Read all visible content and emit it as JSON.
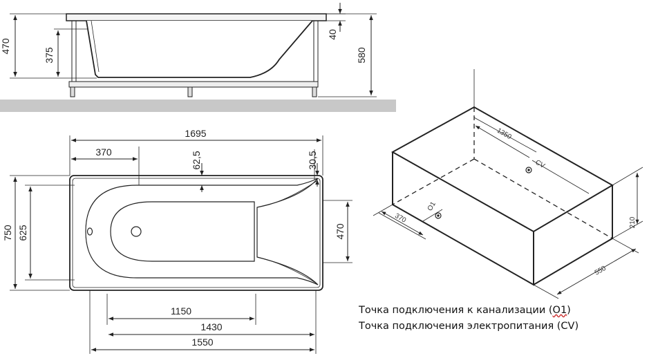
{
  "side_view": {
    "dim_total_height": "470",
    "dim_inner_depth": "375",
    "dim_rim": "40",
    "dim_overall_height": "580"
  },
  "top_view": {
    "dim_length": "1695",
    "dim_drain_offset": "370",
    "dim_inset_62": "62,5",
    "dim_inset_30": "30,5",
    "dim_width": "750",
    "dim_inner_width": "625",
    "dim_inner_right": "470",
    "dim_1150": "1150",
    "dim_1430": "1430",
    "dim_1550": "1550"
  },
  "iso_view": {
    "dim_1350": "1350",
    "label_cv": "CV",
    "label_o1": "O1",
    "dim_370": "370",
    "dim_210": "210",
    "dim_550": "550"
  },
  "legend": {
    "line1_prefix": "Точка подключения  к канализации (",
    "line1_code": "O1",
    "line1_suffix": ")",
    "line2": "Точка подключения  электропитания (CV)"
  }
}
